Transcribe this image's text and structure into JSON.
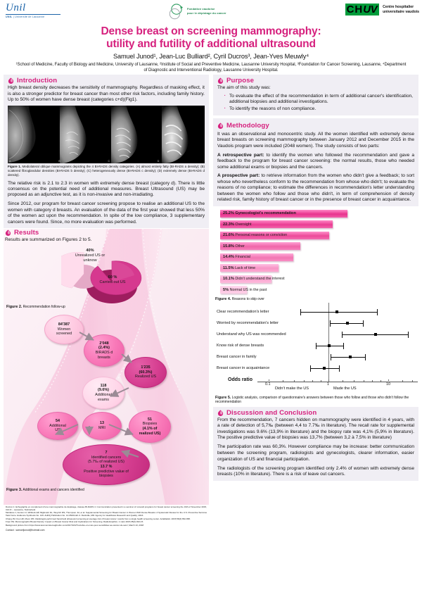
{
  "header": {
    "unil_logo": {
      "name": "Unil",
      "sub_bold": "UNIL",
      "sub_rest": " | Université de Lausanne"
    },
    "foundation_logo": {
      "line1": "Fondation vaudoise",
      "line2": "pour le dépistage du cancer"
    },
    "chuv_logo": {
      "mark": "CHUV",
      "line1": "Centre hospitalier",
      "line2": "universitaire vaudois"
    }
  },
  "title": {
    "line1": "Dense breast on screening mammography:",
    "line2": "utility and futility of additional ultrasound",
    "authors": "Samuel Junod¹, Jean-Luc Bulliard², Cyril Ducros³, Jean-Yves Meuwly⁴",
    "affiliations": "¹School of Medicine, Faculty of Biology and Medicine, University of Lausanne, ²Institute of Social and Preventive Medicine, Lausanne University Hospital, ³Foundation for Cancer Screening, Lausanne, ⁴Department of Diagnostic and Interventional Radiology, Lausanne University Hospital."
  },
  "introduction": {
    "heading": "Introduction",
    "para1": "High breast density decreases the sensitivity of mammography. Regardless of masking effect, it is also a stronger predictor for breast cancer than most other risk factors, including family history. Up to 50% of women have dense breast (categories c+d)(Fig1).",
    "figure1_caption": "Figure 1. Mediolateral oblique mammograms depicting the 4 BI-RADS density categories. (A) almost entirely fatty (BI-RADS a density); (B) scattered fibroglandular densities (BI-RADS b density); (C) heterogeneously dense (BI-RADS c density); (D) extremely dense (BI-RADS d density).",
    "figure1_caption_bold": "Figure 1.",
    "mammograms": [
      "A",
      "B",
      "C",
      "D"
    ],
    "para2": "The relative risk is 2.1 to 2.3 in women with extremely dense breast (category d). There is little consensus on the potential need of additional measures. Breast Ultrasound (US) may be proposed as an adjunctive test, as it is non-invasive and non-irradiating.",
    "para3": "Since 2012, our program for breast cancer screening propose to realise an additional US to the women with category d breasts. An evaluation of the data of the first year showed that less 50% of the women act upon the recommendation. In spite of the low compliance, 3 supplementary cancers were found. Since, no more evaluation was performed."
  },
  "purpose": {
    "heading": "Purpose",
    "intro": "The aim of this study was:",
    "bullets": [
      "To evaluate the effect of the recommendation in term of additional cancer's identification, additional biopsies and additional investigations.",
      "To identify the reasons of non compliance."
    ]
  },
  "methodology": {
    "heading": "Methodology",
    "para1": "It was an observational and monocentric study. All the women identified with extremely dense breast breasts on screening mammography between January 2012 and December 2015 in the Vaudois program were included (2048 women). The study consists of two parts:",
    "retro_label": "A retrospective part:",
    "retro_text": " to identify the women who followed the recommendation and gave a feedback to the program for breast cancer screening: the normal results, those who needed some additional exams or biopsies and the cancers.",
    "pro_label": "A prospective part:",
    "pro_text": " to retrieve information from the women who didn't give a feedback; to sort whose who nevertheless conform to the recommendation from whose who didn't; to evaluate the reasons of no compliance; to estimate the differences in recommendation's letter understanding between the women who follow and those who didn't, in term of comprehension of density related risk, family history of breast cancer or in the presence of breast cancer in acquaintance."
  },
  "results": {
    "heading": "Results",
    "intro": "Results are summarized on Figures 2 to 5.",
    "figure2_caption_bold": "Figure 2.",
    "figure2_caption": " Recommendation follow-up",
    "figure3_caption_bold": "Figure 3.",
    "figure3_caption": " Additional exams and cancers identified"
  },
  "chart_data": [
    {
      "type": "pie",
      "title": "Recommendation follow-up",
      "figure": "Figure 2",
      "slices": [
        {
          "label": "Carried out US",
          "value_label": "60 %",
          "value": 60,
          "color": "#d6398f"
        },
        {
          "label": "Unrealized US or unknow",
          "value_label": "40%",
          "value": 40,
          "color": "#ffd3e7"
        }
      ]
    },
    {
      "type": "flowchart",
      "title": "Additional exams and cancers identified",
      "figure": "Figure 3",
      "nodes": [
        {
          "id": "screened",
          "lines": [
            "84'387",
            "Women",
            "screened"
          ]
        },
        {
          "id": "birads",
          "lines": [
            "2'048",
            "(2.4%)",
            "BIRADS d",
            "breasts"
          ]
        },
        {
          "id": "realized",
          "lines": [
            "1'235",
            "(60.3%)",
            "Realized US"
          ]
        },
        {
          "id": "addexams",
          "lines": [
            "118",
            "(9.6%)",
            "Additional",
            "exams"
          ]
        },
        {
          "id": "addus",
          "lines": [
            "54",
            "Additional",
            "US"
          ]
        },
        {
          "id": "mri",
          "lines": [
            "13",
            "MRI"
          ]
        },
        {
          "id": "biopsies",
          "lines": [
            "51",
            "Biopsies",
            "(4.1% of",
            "realized US)"
          ]
        },
        {
          "id": "cancers",
          "lines": [
            "7",
            "Identified cancers",
            "(5.7‰ of realized US)",
            "13.7 %",
            "Positive predictive value of",
            "biopsies"
          ]
        }
      ]
    },
    {
      "type": "bar",
      "orientation": "horizontal",
      "figure": "Figure 4",
      "title": "Reasons to skip over",
      "xlabel": "",
      "ylabel": "",
      "xlim": [
        0,
        26
      ],
      "categories": [
        "Gynecologist's recommendation",
        "Oversight",
        "Personal reasons or conviction",
        "Other",
        "Financial",
        "Lack of time",
        "Didn't understand the interest",
        "Normal US in the past"
      ],
      "values": [
        25.2,
        22.3,
        21.6,
        15.8,
        14.4,
        11.5,
        10.1,
        5.0
      ],
      "value_labels": [
        "25.2%",
        "22.3%",
        "21.6%",
        "15.8%",
        "14.4%",
        "11.5%",
        "10.1%",
        "5%"
      ],
      "bar_color_start": "#ff7ec0",
      "bar_color_end": "#e8338e"
    },
    {
      "type": "scatter",
      "subtype": "forest",
      "figure": "Figure 5",
      "title": "Logistic analysis, comparison of questionnaire's answers between those who follow and those who didn't follow the recommendation",
      "xlabel": "Odds ratio",
      "xscale": "log",
      "xlim": [
        0.07,
        20
      ],
      "xticks": [
        "0.1",
        "1",
        "10"
      ],
      "left_side_label": "Didn't make the US",
      "right_side_label": "Made the US",
      "reference_line": 1,
      "rows": [
        {
          "label": "Clear recommendation's letter",
          "or": 1.35,
          "lo": 0.28,
          "hi": 6.2
        },
        {
          "label": "Worried by recommendation's letter",
          "or": 1.95,
          "lo": 0.95,
          "hi": 4.2
        },
        {
          "label": "Understand why US was recommended",
          "or": 5.4,
          "lo": 1.6,
          "hi": 19.0
        },
        {
          "label": "Know risk of dense breasts",
          "or": 1.0,
          "lo": 0.42,
          "hi": 2.3
        },
        {
          "label": "Breast cancer in family",
          "or": 2.1,
          "lo": 0.98,
          "hi": 4.4
        },
        {
          "label": "Breast cancer in acquaintance",
          "or": 0.72,
          "lo": 0.33,
          "hi": 1.5
        }
      ]
    }
  ],
  "figure4": {
    "caption_bold": "Figure 4.",
    "caption": " Reasons to skip over"
  },
  "figure5": {
    "caption_bold": "Figure 5.",
    "caption": " Logistic analysis, comparison of questionnaire's answers between those who follow and those who didn't follow the recommendation"
  },
  "discussion": {
    "heading": "Discussion and Conclusion",
    "para1": "From the recommendation, 7 cancers hidden on mammography were identified in 4 years, with a rate of detection of 5,7‰ (between 4,4 to 7.7‰ in literature).  The recall rate for supplemental investigations was 9.6% (13,9% in literature) and the biopsy rate was 4,1% (5,9% in literature). The positive predictive value of biopsies was 13,7% (between 3,2 à 7,5% in literature)",
    "para2": "The participation rate was 60,3%. However compliance may be increase: better communication between the screening program, radiologists and gynecologists, clearer information, easier organization of US and financial participation.",
    "para3": "The radiologists of the screening program identified only 2.4% of women with extremely dense breasts (10% in literature). There is a risk of leave out cancers."
  },
  "references": {
    "items": [
      "Ducros C. Echographie en complément d'une mammographie de dépistage, classée BI-RADS 4. Communication presented in a seminar of romandi programs for breast cancer screening the 19th of November 2015, CHUV – Lausanne, Switzerland.",
      "Melnikow J, Fenton JJ, Whitlock EP, Miglioretti DL, Weyrich MS, Thompson JH, et al. Supplemental Screening for Breast Cancer in Women With Dense Breasts: A Systematic Review for the U.S. Preventive Services Task Force. Evidence Synthesis No. 126. AHRQ Publication No. 14-05201-EF-3. Rockville, MD: Agency for Healthcare Research and Quality; 2016.",
      "Chang JM, Koo HR, Moon WK. Radiologist-performed hand-held ultrasound screening at average risk of breast cancer: results from a single health screening center. ActaRadiol. 2015;56(6):652-658.",
      "Freer PE. Mammographic Breast Density: Impact on Breast Cancer Risk and Implications for Screening. RadioGraphics. 1 mars 2015;35(2):302-15.",
      "Background picture from https://www.leconomistemaghrebin.com/2017/10/27/octobre-un-mois-pour-sensibiliser-au-cancer-du-sein/, March 10, 2018"
    ],
    "contact": "Contact : samueljunod@hotmail.com"
  },
  "colors": {
    "accent_pink": "#d6217e",
    "panel_bg": "#f0eef4",
    "bar_pink": "#e8338e",
    "deep_node": "#c22a7d"
  }
}
